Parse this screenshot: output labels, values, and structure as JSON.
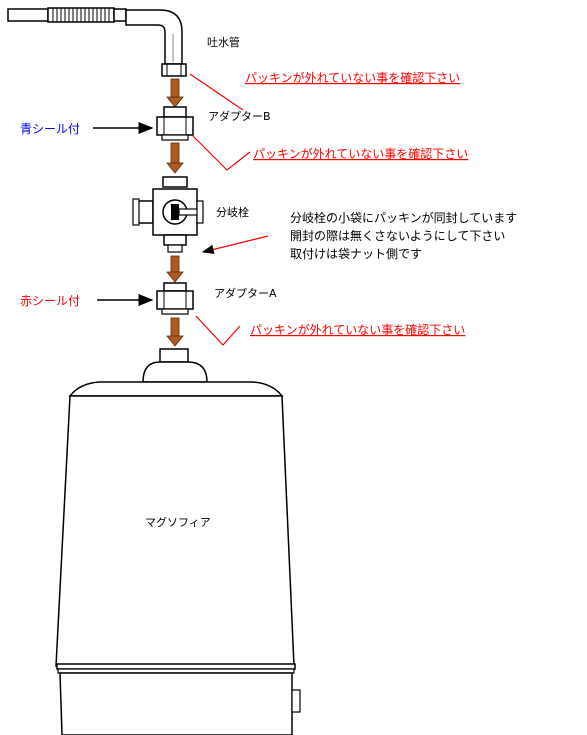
{
  "labels": {
    "spout": "吐水管",
    "adapter_b": "アダプターB",
    "branch_valve": "分岐栓",
    "adapter_a": "アダプターA",
    "body": "マグソフィア"
  },
  "side_labels": {
    "blue_seal": "青シール付",
    "red_seal": "赤シール付"
  },
  "notes": {
    "packing_1": "パッキンが外れていない事を確認下さい",
    "packing_2": "パッキンが外れていない事を確認下さい",
    "packing_3": "パッキンが外れていない事を確認下さい",
    "branch_lines": [
      "分岐栓の小袋にパッキンが同封しています",
      "開封の際は無くさないようにして下さい",
      "取付けは袋ナット側です"
    ]
  },
  "colors": {
    "red": "#ff0000",
    "blue": "#0000ff",
    "flow_arrow": "#b05a1e",
    "line": "#000000"
  }
}
